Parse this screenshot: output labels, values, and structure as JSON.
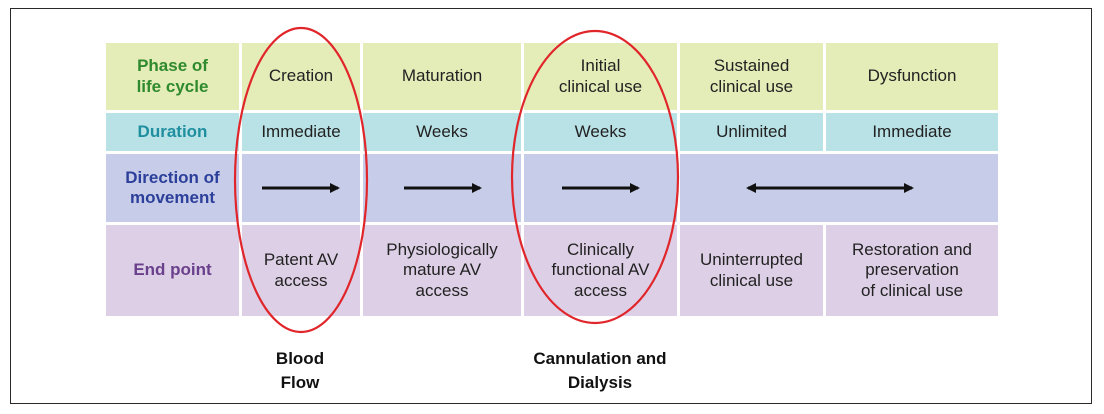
{
  "table": {
    "rows": [
      {
        "header": "Phase of\nlife cycle",
        "cells": [
          "Creation",
          "Maturation",
          "Initial\nclinical use",
          "Sustained\nclinical use",
          "Dysfunction"
        ]
      },
      {
        "header": "Duration",
        "cells": [
          "Immediate",
          "Weeks",
          "Weeks",
          "Unlimited",
          "Immediate"
        ]
      },
      {
        "header": "Direction of\nmovement",
        "cells": [
          "",
          "",
          "",
          "",
          ""
        ]
      },
      {
        "header": "End point",
        "cells": [
          "Patent AV\naccess",
          "Physiologically\nmature AV\naccess",
          "Clinically\nfunctional AV\naccess",
          "Uninterrupted\nclinical use",
          "Restoration and\npreservation\nof clinical use"
        ]
      }
    ]
  },
  "annotations": {
    "blood_flow": "Blood\nFlow",
    "cannulation": "Cannulation and\nDialysis"
  },
  "colors": {
    "row1": "#e4ecb8",
    "row2": "#b9e2e6",
    "row3": "#c7cde9",
    "row4": "#ddd0e6",
    "circle": "#e0262b"
  },
  "arrows": [
    "right-arrow",
    "right-arrow",
    "right-arrow",
    "double-headed-arrow"
  ]
}
